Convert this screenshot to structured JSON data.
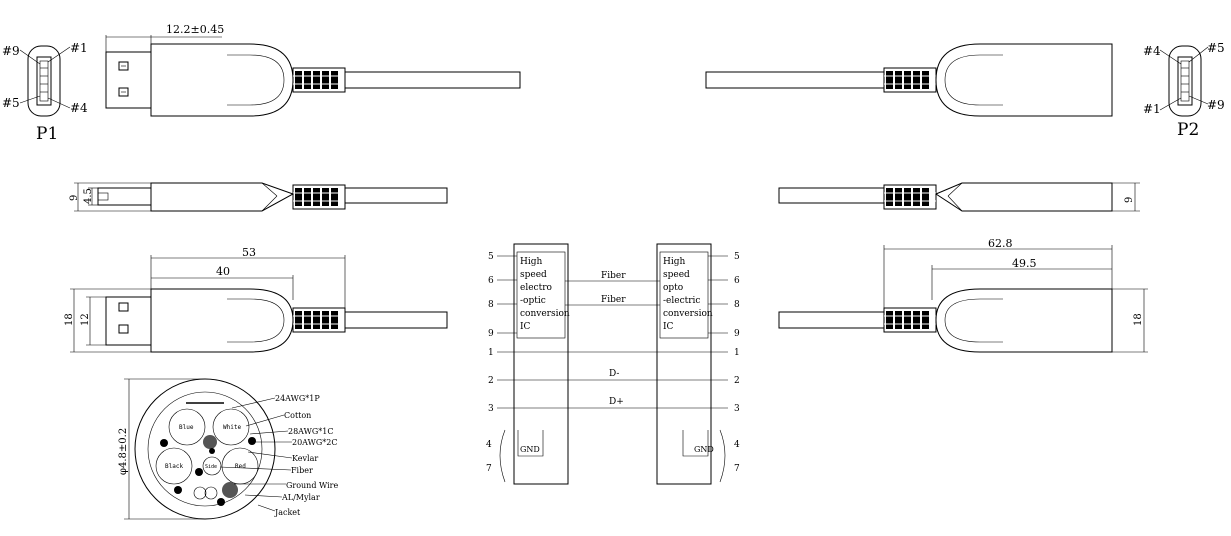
{
  "connector_labels": {
    "p1": "P1",
    "p2": "P2"
  },
  "pins_p1": {
    "top_left": "#9",
    "top_right": "#1",
    "bottom_left": "#5",
    "bottom_right": "#4"
  },
  "pins_p2": {
    "top_left": "#4",
    "top_right": "#5",
    "bottom_left": "#1",
    "bottom_right": "#9"
  },
  "dimensions": {
    "plug_length": "12.2±0.45",
    "side_height_outer": "9",
    "side_height_inner": "4.5",
    "side_height_right": "9",
    "bottom_overall_left": "53",
    "bottom_body_left": "40",
    "bottom_height_outer": "18",
    "bottom_height_inner": "12",
    "bottom_overall_right": "62.8",
    "bottom_body_right": "49.5",
    "bottom_height_right": "18",
    "cable_diameter": "φ4.8±0.2"
  },
  "cross_section": {
    "callouts": [
      "24AWG*1P",
      "Cotton",
      "28AWG*1C",
      "20AWG*2C",
      "Kevlar",
      "Fiber",
      "Ground Wire",
      "AL/Mylar",
      "Jacket"
    ],
    "conductors": {
      "blue": "Blue",
      "white": "White",
      "black": "Black",
      "red": "Red",
      "side": "Side"
    }
  },
  "schematic": {
    "left_ic_text": [
      "High",
      "speed",
      "electro",
      "-optic",
      "conversion",
      "IC"
    ],
    "right_ic_text": [
      "High",
      "speed",
      "opto",
      "-electric",
      "conversion",
      "IC"
    ],
    "fiber_label_1": "Fiber",
    "fiber_label_2": "Fiber",
    "dminus_label": "D-",
    "dplus_label": "D+",
    "gnd_left": "GND",
    "gnd_right": "GND",
    "pin_numbers": [
      "5",
      "6",
      "8",
      "9",
      "1",
      "2",
      "3",
      "4",
      "7"
    ]
  }
}
